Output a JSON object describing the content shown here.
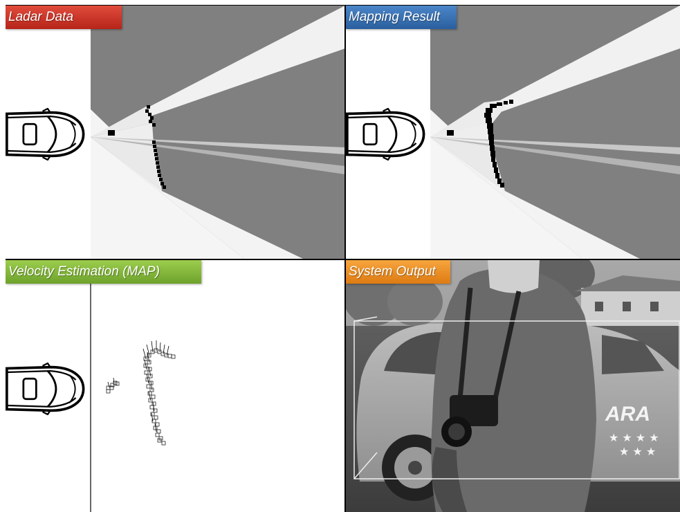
{
  "panels": {
    "ladar": {
      "label": "Ladar Data",
      "label_color": "#c62d22",
      "icon": "car-topview-icon"
    },
    "mapping": {
      "label": "Mapping Result",
      "label_color": "#3a73b5",
      "icon": "car-topview-icon"
    },
    "velocity": {
      "label": "Velocity Estimation (MAP)",
      "label_color": "#84b83a",
      "icon": "car-topview-icon"
    },
    "output": {
      "label": "System Output",
      "label_color": "#ee8f22",
      "car_decal": "ARA"
    }
  },
  "colors": {
    "occupancy_unknown": "#808080",
    "occupancy_free": "#f4f4f4",
    "occupancy_occupied": "#000000"
  }
}
